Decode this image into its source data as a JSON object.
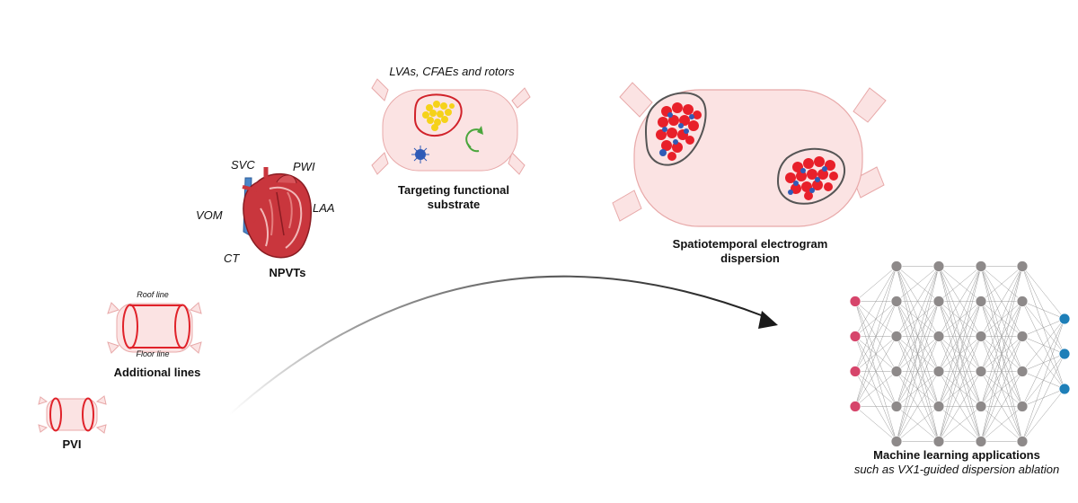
{
  "stages": {
    "pvi": {
      "title": "PVI"
    },
    "additional_lines": {
      "title": "Additional lines",
      "roof": "Roof line",
      "floor": "Floor line"
    },
    "npvts": {
      "title": "NPVTs",
      "svc": "SVC",
      "pwi": "PWI",
      "vom": "VOM",
      "laa": "LAA",
      "ct": "CT"
    },
    "functional": {
      "caption": "LVAs, CFAEs and rotors",
      "title_line1": "Targeting functional",
      "title_line2": "substrate"
    },
    "dispersion": {
      "title_line1": "Spatiotemporal electrogram",
      "title_line2": "dispersion"
    },
    "ml": {
      "title": "Machine learning applications",
      "subtitle": "such as VX1-guided dispersion ablation"
    }
  },
  "colors": {
    "atrium_fill": "#fbe3e3",
    "atrium_stroke": "#e8a9a9",
    "ablation_line": "#e0222a",
    "arrow": "#1a1a1a",
    "cluster_red": "#e8202a",
    "cluster_blue": "#2f5bb7",
    "yellow": "#f5d21a",
    "rotor_green": "#4aa63c",
    "input_node": "#d6456b",
    "hidden_node": "#8e8a8a",
    "output_node": "#1e7fb8"
  },
  "network": {
    "layers": [
      4,
      6,
      6,
      6,
      6,
      3
    ]
  }
}
